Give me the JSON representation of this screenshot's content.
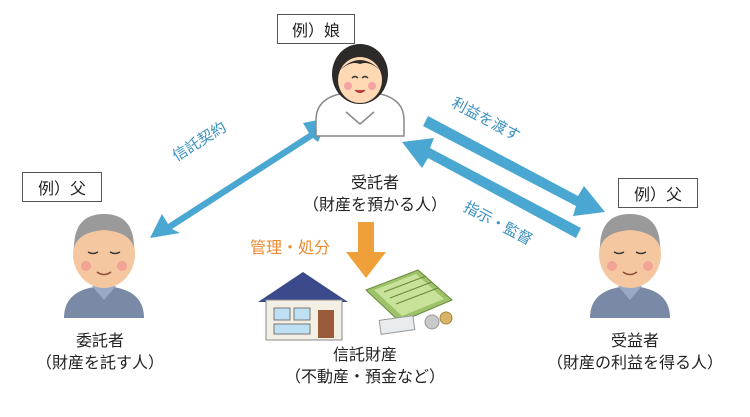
{
  "roles": {
    "trustee": {
      "example": "例）娘",
      "title": "受託者",
      "desc": "（財産を預かる人）"
    },
    "settlor": {
      "example": "例）父",
      "title": "委託者",
      "desc": "（財産を託す人）"
    },
    "beneficiary": {
      "example": "例）父",
      "title": "受益者",
      "desc": "（財産の利益を得る人）"
    }
  },
  "relations": {
    "trust_contract": "信託契約",
    "benefit_transfer": "利益を渡す",
    "instruction": "指示・監督",
    "management": "管理・処分"
  },
  "property": {
    "title": "信託財産",
    "desc": "（不動産・預金など）"
  },
  "colors": {
    "arrow_blue": "#4aa7d1",
    "arrow_orange": "#f0a03a",
    "text_blue": "#3a8fc0"
  }
}
